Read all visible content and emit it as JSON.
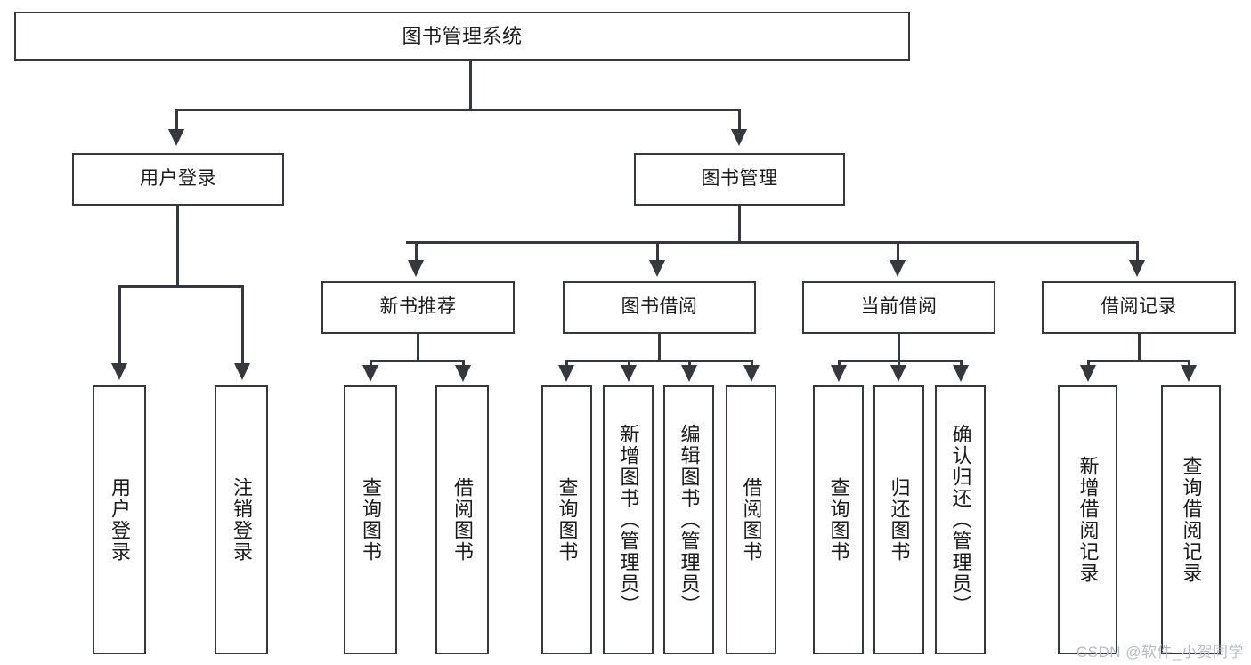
{
  "diagram": {
    "title": "图书管理系统",
    "type": "tree-hierarchy-diagram",
    "colors": {
      "border": "#35383c",
      "background": "#ffffff",
      "text": "#1b1b1b",
      "watermark": "#b9bcc2"
    },
    "root": {
      "label": "图书管理系统"
    },
    "level2": [
      {
        "label": "用户登录"
      },
      {
        "label": "图书管理"
      }
    ],
    "level3": [
      {
        "label": "新书推荐"
      },
      {
        "label": "图书借阅"
      },
      {
        "label": "当前借阅"
      },
      {
        "label": "借阅记录"
      }
    ],
    "leaves": {
      "user_login": [
        {
          "label": "用户登录"
        },
        {
          "label": "注销登录"
        }
      ],
      "new_book_recommend": [
        {
          "label": "查询图书"
        },
        {
          "label": "借阅图书"
        }
      ],
      "book_borrow": [
        {
          "label": "查询图书"
        },
        {
          "label": "新增图书（管理员）"
        },
        {
          "label": "编辑图书（管理员）"
        },
        {
          "label": "借阅图书"
        }
      ],
      "current_borrow": [
        {
          "label": "查询图书"
        },
        {
          "label": "归还图书"
        },
        {
          "label": "确认归还（管理员）"
        }
      ],
      "borrow_record": [
        {
          "label": "新增借阅记录"
        },
        {
          "label": "查询借阅记录"
        }
      ]
    }
  },
  "watermark": {
    "text": "CSDN @软件_小贺同学"
  }
}
